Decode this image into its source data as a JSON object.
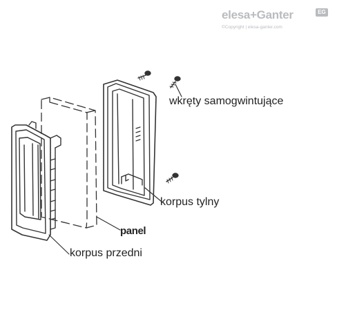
{
  "logo": {
    "brand": "elesa+Ganter",
    "badge": "EG",
    "copyright": "©Copyright | elesa-ganter.com"
  },
  "labels": {
    "screws": "wkręty samogwintujące",
    "back_body": "korpus tylny",
    "panel": "panel",
    "front_body": "korpus przedni"
  },
  "colors": {
    "line": "#333333",
    "logo": "#b9bcbf"
  }
}
